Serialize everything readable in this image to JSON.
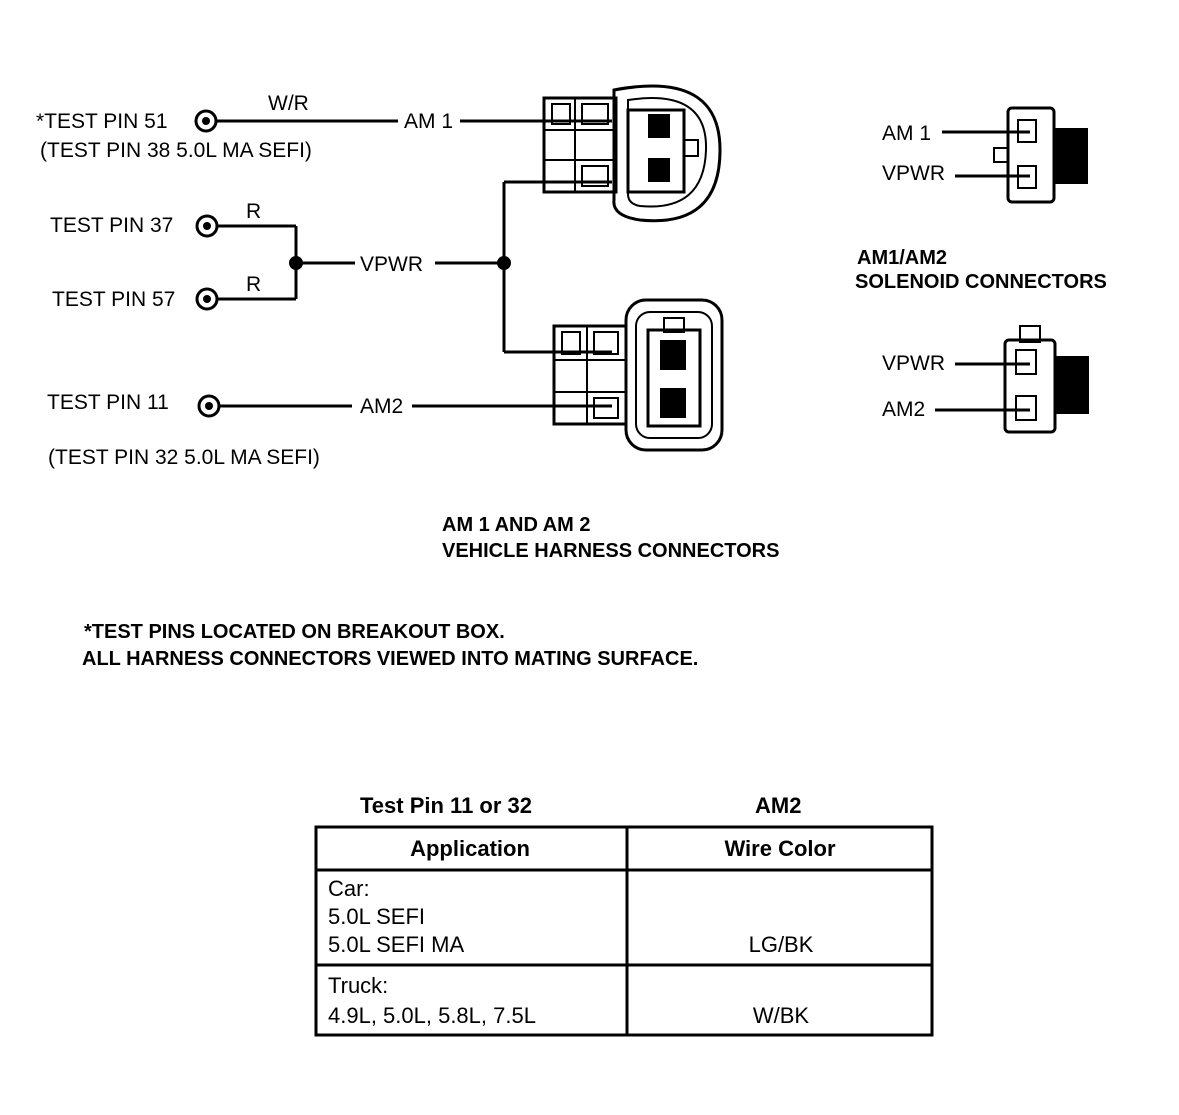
{
  "wiring": {
    "test_pin_51": "*TEST PIN 51",
    "test_pin_38": "(TEST PIN 38 5.0L MA SEFI)",
    "wire_wr": "W/R",
    "am1": "AM 1",
    "test_pin_37": "TEST PIN 37",
    "test_pin_57": "TEST PIN 57",
    "wire_r_1": "R",
    "wire_r_2": "R",
    "vpwr": "VPWR",
    "test_pin_11": "TEST PIN 11",
    "test_pin_32": "(TEST PIN 32 5.0L MA SEFI)",
    "am2": "AM2"
  },
  "solenoid": {
    "am1": "AM 1",
    "vpwr_top": "VPWR",
    "title_line1": "AM1/AM2",
    "title_line2": "SOLENOID CONNECTORS",
    "vpwr_bottom": "VPWR",
    "am2": "AM2"
  },
  "harness_caption": {
    "line1": "AM 1 AND AM 2",
    "line2": "VEHICLE HARNESS CONNECTORS"
  },
  "notes": {
    "line1": "*TEST PINS LOCATED ON BREAKOUT BOX.",
    "line2": "ALL HARNESS CONNECTORS VIEWED INTO MATING SURFACE."
  },
  "table": {
    "caption_left": "Test Pin 11 or 32",
    "caption_right": "AM2",
    "headers": [
      "Application",
      "Wire Color"
    ],
    "rows": [
      {
        "application": [
          "Car:",
          "5.0L SEFI",
          "5.0L SEFI MA"
        ],
        "wire_color": "LG/BK"
      },
      {
        "application": [
          "Truck:",
          "4.9L, 5.0L, 5.8L, 7.5L"
        ],
        "wire_color": "W/BK"
      }
    ]
  }
}
